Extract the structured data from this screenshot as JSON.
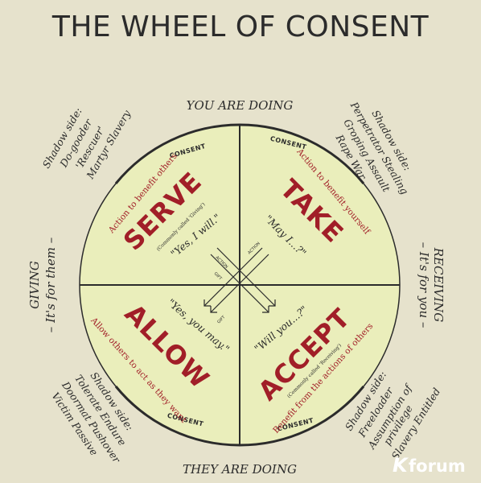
{
  "title": "THE WHEEL OF CONSENT",
  "axes": {
    "top": "YOU ARE DOING",
    "bottom": "THEY ARE DOING",
    "left_1": "GIVING",
    "left_2": "– It's for them –",
    "right_1": "RECEIVING",
    "right_2": "– It's for you –"
  },
  "consent_label": "CONSENT",
  "quadrants": {
    "serve": {
      "name": "SERVE",
      "action": "Action to benefit others",
      "common": "(Commonly called 'Giving')",
      "quote": "\"Yes, I will.\"",
      "shadow": [
        "Shadow side:",
        "Do-gooder",
        "'Rescuer'",
        "Martyr  Slavery"
      ]
    },
    "take": {
      "name": "TAKE",
      "action": "Action to benefit yourself",
      "quote": "\"May I...?\"",
      "shadow": [
        "Shadow side:",
        "Perpetrator  Stealing",
        "Groping  Assault",
        "Rape  War"
      ]
    },
    "allow": {
      "name": "ALLOW",
      "action": "Allow others to act as they want",
      "quote": "\"Yes, you may.\"",
      "shadow": [
        "Shadow side:",
        "Tolerate  Endure",
        "Doormat  Pushover",
        "Victim  Passive"
      ]
    },
    "accept": {
      "name": "ACCEPT",
      "action": "Benefit from the actions of others",
      "common": "(Commonly called 'Receiving')",
      "quote": "\"Will you...?\"",
      "shadow": [
        "Shadow side:",
        "Freeloader",
        "Assumption of",
        "privilege",
        "Slavery  Entitled"
      ]
    }
  },
  "arrows": {
    "action_1": "ACTION",
    "action_2": "ACTION",
    "gift_1": "GIFT",
    "gift_2": "GIFT"
  },
  "watermark": {
    "k": "K",
    "text": "forum"
  },
  "colors": {
    "background": "#e6e2cc",
    "wheel_fill": "#eaeebb",
    "accent": "#a11e28",
    "ink": "#2b2b2b"
  }
}
